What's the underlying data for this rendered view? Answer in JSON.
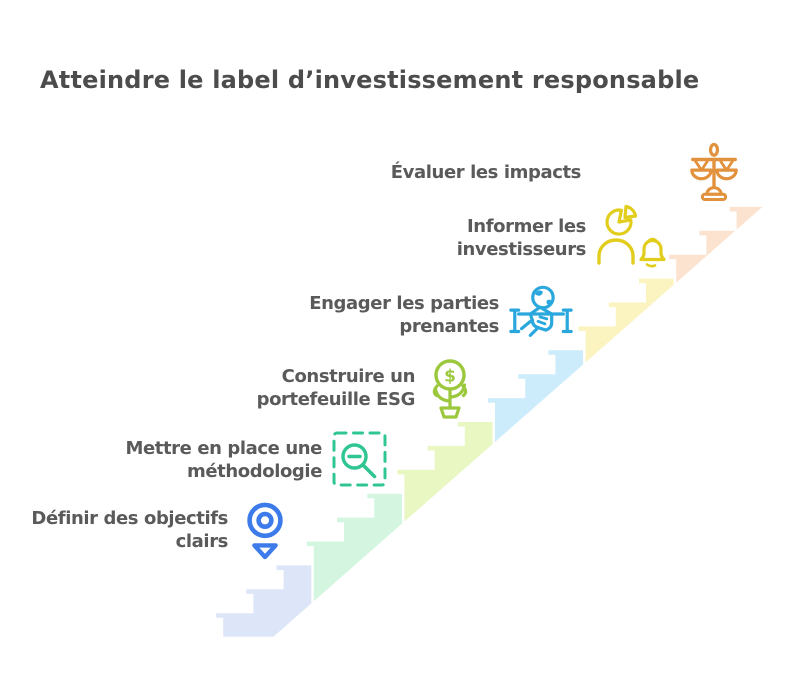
{
  "title": "Atteindre le label d’investissement responsable",
  "background_color": "#ffffff",
  "text_color": "#5a5a5a",
  "title_color": "#4c4c4c",
  "steps": [
    {
      "rank": 1,
      "label": "Définir des objectifs clairs",
      "lines": [
        "Définir des objectifs",
        "clairs"
      ],
      "icon": "target-pin-icon",
      "color": "#3d7bea",
      "band_color": "#dde5f8"
    },
    {
      "rank": 2,
      "label": "Mettre en place une méthodologie",
      "lines": [
        "Mettre en place une",
        "méthodologie"
      ],
      "icon": "magnifier-dashed-box-icon",
      "color": "#2fc691",
      "band_color": "#d4f6e1"
    },
    {
      "rank": 3,
      "label": "Construire un portefeuille ESG",
      "lines": [
        "Construire un",
        "portefeuille ESG"
      ],
      "icon": "money-plant-icon",
      "color": "#9cc83d",
      "band_color": "#e9f7c3"
    },
    {
      "rank": 4,
      "label": "Engager les parties prenantes",
      "lines": [
        "Engager les parties",
        "prenantes"
      ],
      "icon": "handshake-globe-icon",
      "color": "#2aa7dc",
      "band_color": "#cdecfb"
    },
    {
      "rank": 5,
      "label": "Informer les investisseurs",
      "lines": [
        "Informer les",
        "investisseurs"
      ],
      "icon": "person-pie-bell-icon",
      "color": "#e2cd1c",
      "band_color": "#fbf4c1"
    },
    {
      "rank": 6,
      "label": "Évaluer les impacts",
      "lines": [
        "Évaluer les impacts"
      ],
      "icon": "scales-icon",
      "color": "#e2913d",
      "band_color": "#fbe3d0"
    }
  ],
  "staircase": {
    "total_steps": 18,
    "steps_per_band": 3,
    "direction": "ascending-right"
  }
}
